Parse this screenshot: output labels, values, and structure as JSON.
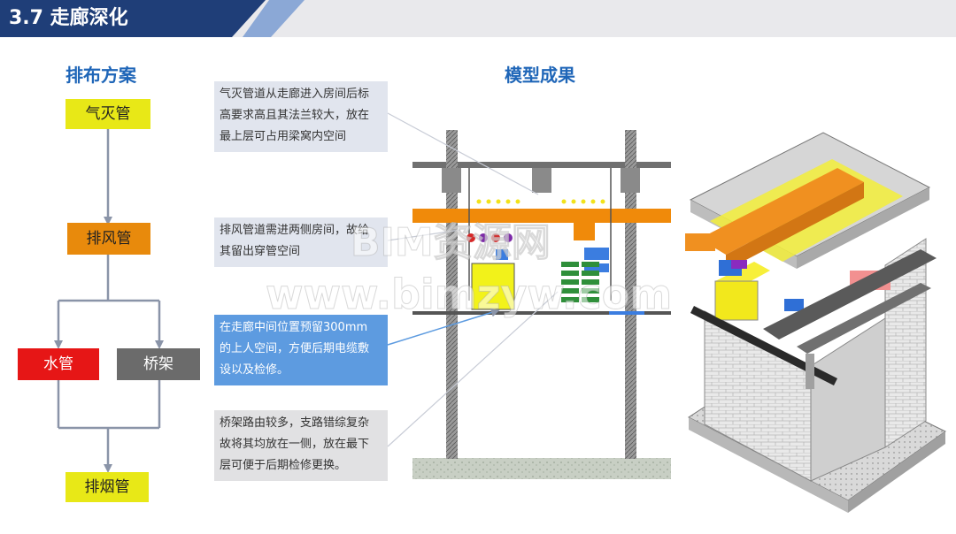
{
  "header": {
    "title": "3.7 走廊深化"
  },
  "left": {
    "title": "排布方案",
    "nodes": {
      "gas": "气灭管",
      "exhaust": "排风管",
      "water": "水管",
      "tray": "桥架",
      "smoke": "排烟管"
    }
  },
  "right": {
    "title": "模型成果"
  },
  "notes": {
    "note1": [
      "气灭管道从走廊进入房间后标",
      "高要求高且其法兰较大，放在",
      "最上层可占用梁窝内空间"
    ],
    "note2": [
      "排风管道需进两侧房间，故给",
      "其留出穿管空间"
    ],
    "note3": [
      "在走廊中间位置预留300mm",
      "的上人空间，方便后期电缆敷",
      "设以及检修。"
    ],
    "note4": [
      "桥架路由较多，支路错综复杂",
      "故将其均放在一侧，放在最下",
      "层可便于后期检修更换。"
    ]
  },
  "watermark": {
    "line1": "BIM资源网",
    "line2": "www.bimzyw.com"
  },
  "colors": {
    "brand_blue": "#1f3e78",
    "gas_yellow": "#e8e817",
    "exhaust_orange": "#e88a0c",
    "water_red": "#e61616",
    "tray_gray": "#6b6b6b",
    "title_blue": "#1f66b8"
  }
}
